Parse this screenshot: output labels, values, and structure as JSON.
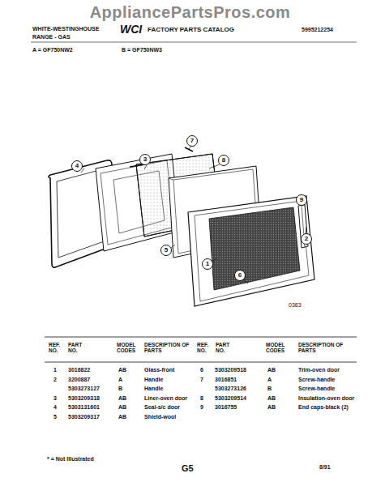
{
  "diagram": {
    "nodes": [
      {
        "text": [
          "4"
        ]
      },
      {
        "text": [
          "3"
        ]
      },
      {
        "text": [
          "7"
        ]
      },
      {
        "text": [
          "8"
        ]
      },
      {
        "text": [
          "9"
        ]
      },
      {
        "text": [
          "2"
        ]
      },
      {
        "text": [
          "5"
        ]
      },
      {
        "text": [
          "1"
        ]
      },
      {
        "text": [
          "6"
        ]
      }
    ],
    "labels": [
      "AppliancePartsPros.com",
      "WHITE-WESTINGHOUSE",
      "RANGE - GAS",
      "WCI",
      "FACTORY PARTS CATALOG",
      "5995212254",
      "A = GF750NW2",
      "B = GF750NW3",
      "0383",
      "REF. NO.",
      "PART NO.",
      "MODEL CODES",
      "DESCRIPTION OF PARTS",
      "REF. NO.",
      "PART NO.",
      "MODEL CODES",
      "DESCRIPTION OF PARTS",
      "1",
      "3016822",
      "AB",
      "Glass-front",
      "2",
      "3200887",
      "A",
      "Handle",
      "5303273127",
      "B",
      "Handle",
      "3",
      "5303209318",
      "AB",
      "Liner-oven door",
      "4",
      "5303131601",
      "AB",
      "Seal-s/c door",
      "5",
      "5303209317",
      "AB",
      "Shield-wool",
      "6",
      "5303209518",
      "AB",
      "Trim-oven door",
      "7",
      "3016851",
      "A",
      "Screw-handle",
      "5303273126",
      "B",
      "Screw-handle",
      "8",
      "5303209514",
      "AB",
      "Insulation-oven door",
      "9",
      "3016755",
      "AB",
      "End caps-black (2)",
      "* = Not Illustrated",
      "G5",
      "8/91"
    ]
  }
}
